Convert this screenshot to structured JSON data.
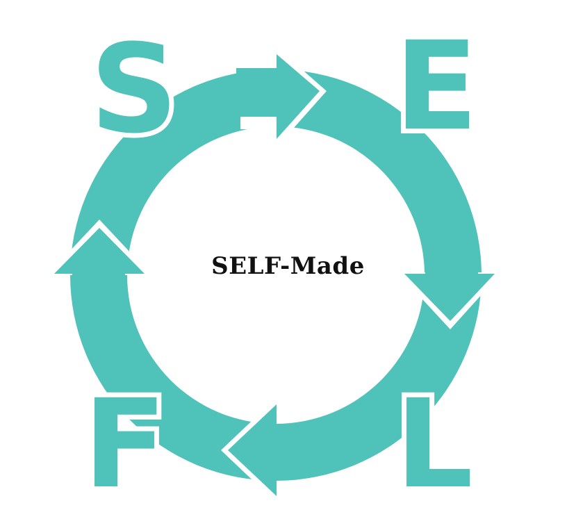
{
  "diagram": {
    "title": "SELF-Made",
    "type": "cycle",
    "colors": {
      "primary": "#4fc2ba",
      "background": "#ffffff",
      "text": "#111111"
    },
    "stages": [
      {
        "letter": "S",
        "position": "top-left"
      },
      {
        "letter": "E",
        "position": "top-right"
      },
      {
        "letter": "L",
        "position": "bottom-right"
      },
      {
        "letter": "F",
        "position": "bottom-left"
      }
    ],
    "arrows": [
      {
        "direction": "right",
        "position": "top",
        "from": "S",
        "to": "E"
      },
      {
        "direction": "down",
        "position": "right",
        "from": "E",
        "to": "L"
      },
      {
        "direction": "left",
        "position": "bottom",
        "from": "L",
        "to": "F"
      },
      {
        "direction": "up",
        "position": "left",
        "from": "F",
        "to": "S"
      }
    ],
    "flow": "clockwise"
  }
}
